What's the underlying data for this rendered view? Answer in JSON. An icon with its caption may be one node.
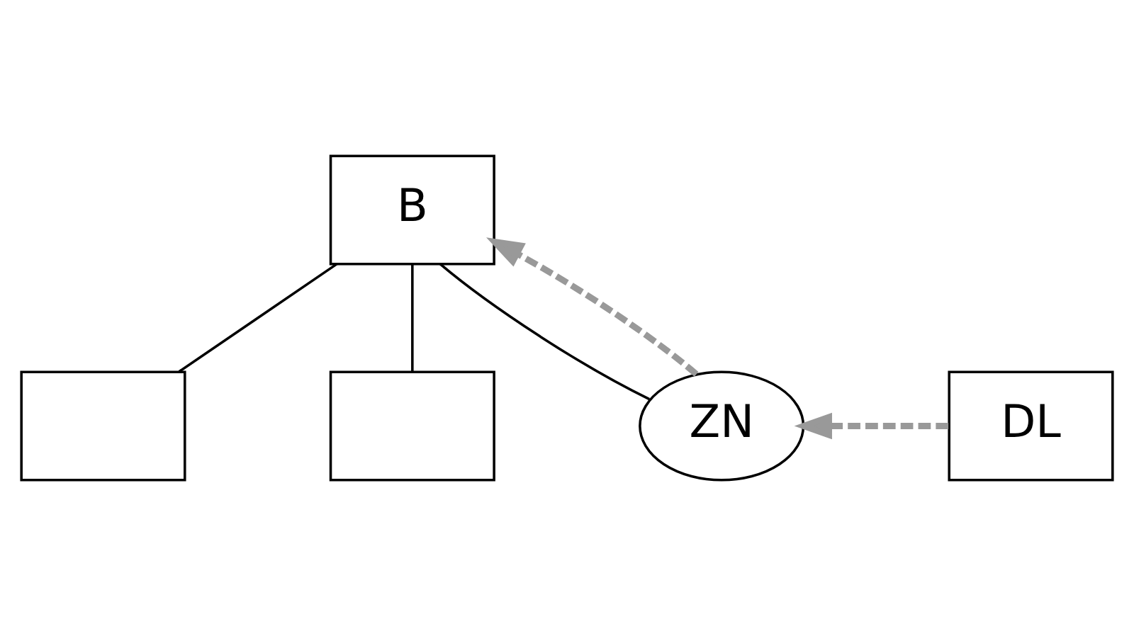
{
  "diagram": {
    "nodes": [
      {
        "text": [
          "B"
        ]
      },
      {
        "text": [],
        "shape": "box"
      },
      {
        "text": [],
        "shape": "box"
      },
      {
        "text": [
          "ZN"
        ]
      },
      {
        "text": [
          "DL"
        ]
      }
    ],
    "edges": [
      {
        "from": 0,
        "to": 1,
        "arrow": "none"
      },
      {
        "from": 0,
        "to": 2,
        "arrow": "none"
      },
      {
        "from": 0,
        "to": 3,
        "arrow": "none"
      },
      {
        "from": 3,
        "to": 0,
        "arrow": "to",
        "style": "dashed",
        "color": "#999999"
      },
      {
        "from": 4,
        "to": 3,
        "arrow": "to",
        "style": "dashed",
        "color": "#999999"
      }
    ]
  }
}
